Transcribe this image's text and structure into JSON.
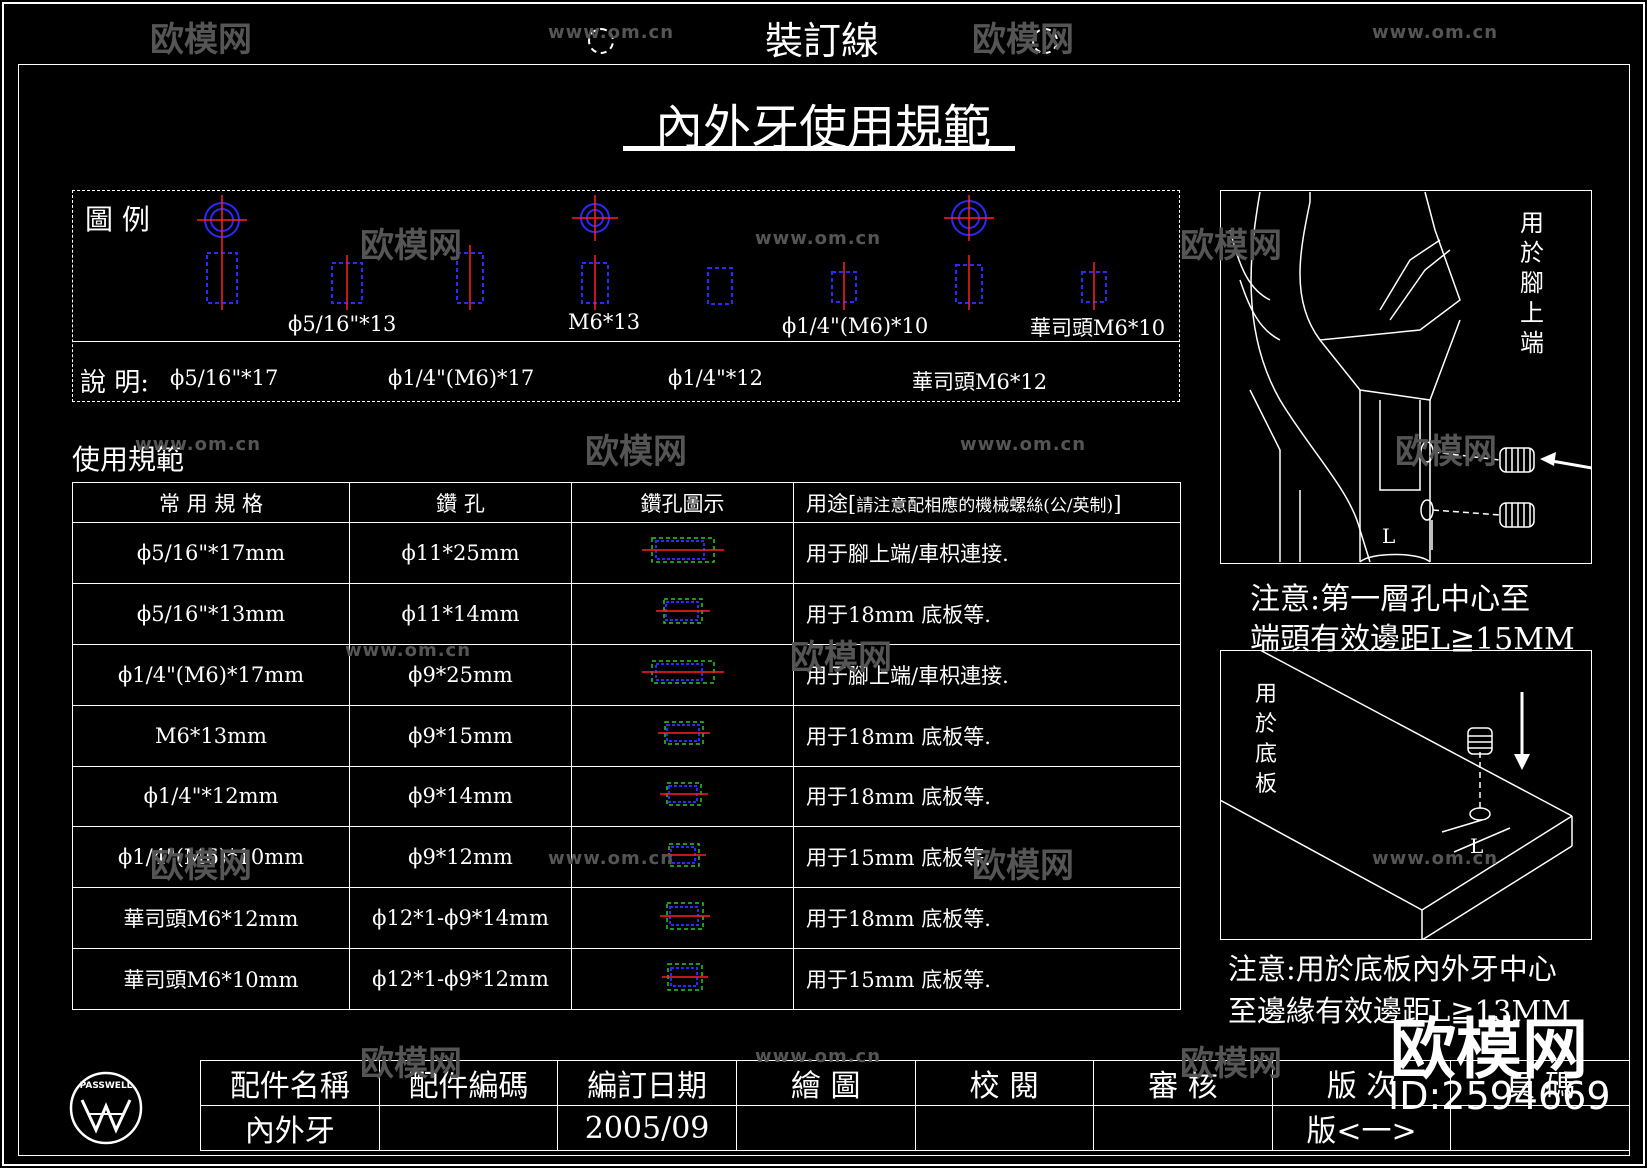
{
  "binding_line": "裝訂線",
  "title": "內外牙使用規範",
  "legend": {
    "label": "圖 例",
    "captions": [
      "ϕ5/16\"*13",
      "M6*13",
      "ϕ1/4\"(M6)*10",
      "華司頭M6*10"
    ],
    "desc_label": "說  明:",
    "desc_items": [
      "ϕ5/16\"*17",
      "ϕ1/4\"(M6)*17",
      "ϕ1/4\"*12",
      "華司頭M6*12"
    ]
  },
  "usage_heading": "使用規範",
  "table": {
    "headers": [
      "常 用 規 格",
      "鑽    孔",
      "鑽孔圖示",
      "用途[",
      "請注意配相應的機械螺絲(公/英制)",
      "]"
    ],
    "rows": [
      {
        "spec": "ϕ5/16\"*17mm",
        "drill": "ϕ11*25mm",
        "use": "用于腳上端/車枳連接."
      },
      {
        "spec": "ϕ5/16\"*13mm",
        "drill": "ϕ11*14mm",
        "use": "用于18mm 底板等."
      },
      {
        "spec": "ϕ1/4\"(M6)*17mm",
        "drill": "ϕ9*25mm",
        "use": "用于腳上端/車枳連接."
      },
      {
        "spec": "M6*13mm",
        "drill": "ϕ9*15mm",
        "use": "用于18mm 底板等."
      },
      {
        "spec": "ϕ1/4\"*12mm",
        "drill": "ϕ9*14mm",
        "use": "用于18mm 底板等."
      },
      {
        "spec": "ϕ1/4\"(M6)*10mm",
        "drill": "ϕ9*12mm",
        "use": "用于15mm 底板等."
      },
      {
        "spec": "華司頭M6*12mm",
        "drill": "ϕ12*1-ϕ9*14mm",
        "use": "用于18mm 底板等."
      },
      {
        "spec": "華司頭M6*10mm",
        "drill": "ϕ12*1-ϕ9*12mm",
        "use": "用于15mm 底板等."
      }
    ]
  },
  "right_panel": {
    "top_label": [
      "用",
      "於",
      "腳",
      "上",
      "端"
    ],
    "note1_line1": "注意:第一層孔中心至",
    "note1_line2": "端頭有效邊距L≧15MM",
    "bottom_label": [
      "用",
      "於",
      "底",
      "板"
    ],
    "note2_line1": "注意:用於底板內外牙中心",
    "note2_line2": "至邊緣有效邊距L≧13MM",
    "dim_label": "L"
  },
  "title_block": {
    "logo_text": "PASSWELL",
    "headers": [
      "配件名稱",
      "配件編碼",
      "編訂日期",
      "繪    圖",
      "校    閱",
      "審    核",
      "版    次",
      "頁    碼"
    ],
    "values": [
      "內外牙",
      "",
      "2005/09",
      "",
      "",
      "",
      "版<一>",
      ""
    ]
  },
  "watermark": {
    "brand": "欧模网",
    "url": "www.om.cn",
    "id": "ID:2594669"
  },
  "colors": {
    "background": "#000000",
    "line": "#ffffff",
    "thread": "#2a2aff",
    "center": "#ff2020",
    "hole": "#22cc22",
    "watermark": "#555555"
  }
}
